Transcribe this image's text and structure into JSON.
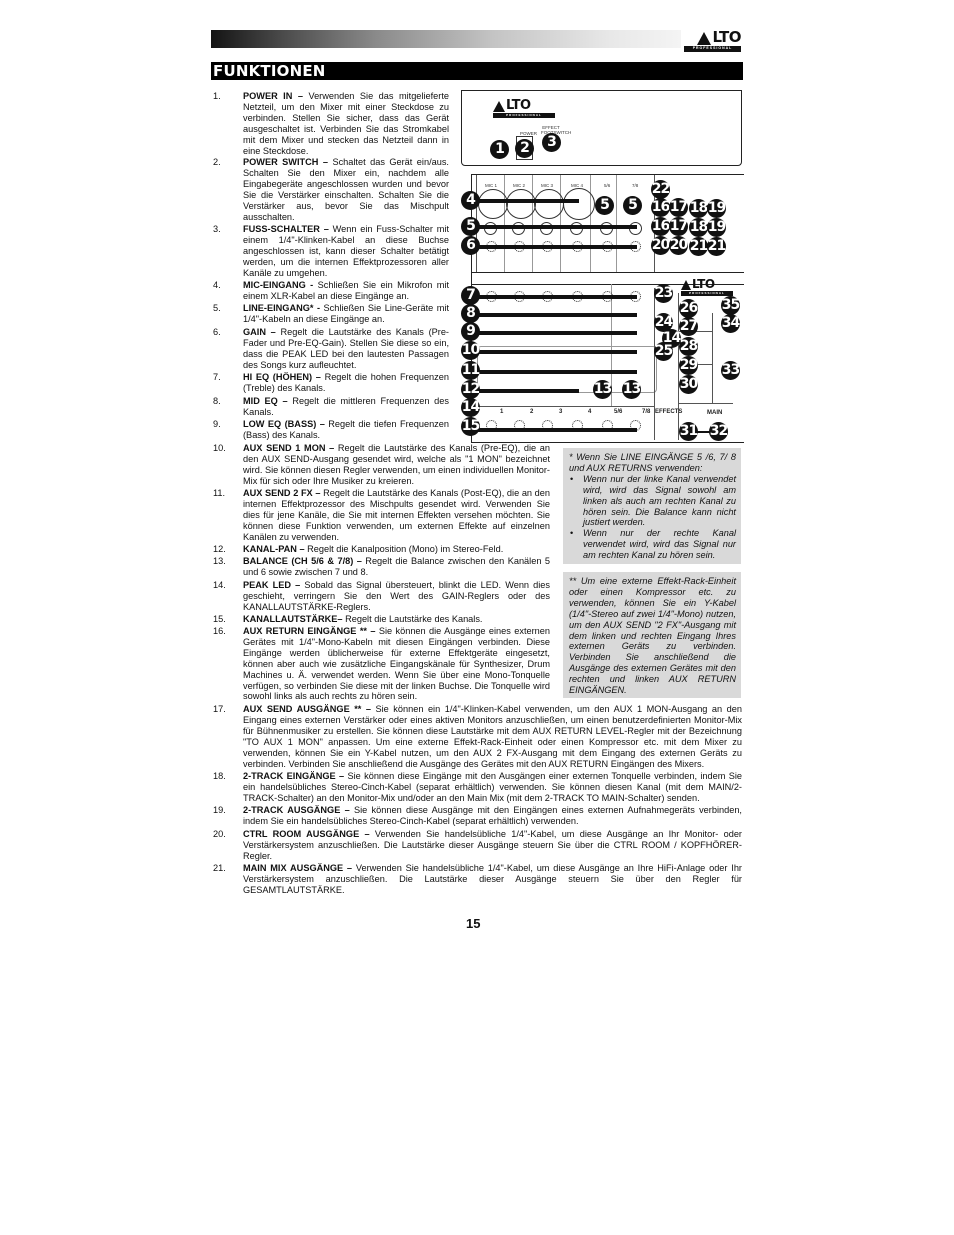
{
  "header": {
    "brand": "LTO",
    "brand_sub": "PROFESSIONAL",
    "section_title": "FUNKTIONEN"
  },
  "items_left": [
    {
      "num": "1.",
      "title": "POWER IN –",
      "text": " Verwenden Sie das mitgelieferte Netzteil, um den Mixer mit einer Steckdose zu verbinden.  Stellen Sie sicher, dass das Gerät ausgeschaltet ist. Verbinden Sie das Stromkabel mit dem Mixer und stecken das Netzteil dann in eine Steckdose."
    },
    {
      "num": "2.",
      "title": "POWER SWITCH –",
      "text": " Schaltet das Gerät ein/aus. Schalten Sie den Mixer ein, nachdem alle Eingabegeräte angeschlossen wurden und bevor Sie die Verstärker einschalten. Schalten Sie die Verstärker aus, bevor Sie das Mischpult ausschalten."
    },
    {
      "num": "3.",
      "title": "FUSS-SCHALTER –",
      "text": " Wenn ein Fuss-Schalter mit einem 1/4\"-Klinken-Kabel an diese Buchse angeschlossen ist, kann dieser Schalter betätigt werden, um die internen Effektprozessoren aller Kanäle zu umgehen."
    },
    {
      "num": "4.",
      "title": "MIC-EINGANG -",
      "text": " Schließen Sie ein Mikrofon mit einem XLR-Kabel an diese Eingänge an."
    },
    {
      "num": "5.",
      "title": "LINE-EINGANG* -",
      "text": " Schließen Sie Line-Geräte mit 1/4\"-Kabeln an diese Eingänge an."
    },
    {
      "num": "6.",
      "title": "GAIN –",
      "text": " Regelt die Lautstärke des Kanals (Pre-Fader und Pre-EQ-Gain).  Stellen Sie diese so ein, dass die PEAK LED bei den lautesten Passagen des Songs kurz aufleuchtet."
    },
    {
      "num": "7.",
      "title": "HI EQ (HÖHEN) –",
      "text": " Regelt die hohen Frequenzen (Treble) des Kanals."
    },
    {
      "num": "8.",
      "title": "MID EQ –",
      "text": " Regelt die mittleren Frequenzen des Kanals."
    },
    {
      "num": "9.",
      "title": "LOW EQ (BASS) –",
      "text": " Regelt die tiefen Frequenzen (Bass) des Kanals."
    }
  ],
  "items_mid": [
    {
      "num": "10.",
      "title": "AUX SEND 1 MON –",
      "text": " Regelt die Lautstärke des Kanals (Pre-EQ), die an den AUX SEND-Ausgang gesendet wird, welche als \"1 MON\" bezeichnet wird. Sie können diesen Regler verwenden, um einen individuellen Monitor-Mix für sich oder Ihre Musiker zu kreieren."
    },
    {
      "num": "11.",
      "title": "AUX SEND 2 FX –",
      "text": " Regelt die Lautstärke des Kanals (Post-EQ), die an den internen Effektprozessor des Mischpults gesendet wird. Verwenden Sie dies für jene Kanäle, die Sie mit internen Effekten versehen möchten. Sie können diese Funktion verwenden, um externen Effekte auf einzelnen Kanälen zu verwenden."
    },
    {
      "num": "12.",
      "title": "KANAL-PAN –",
      "text": " Regelt die Kanalposition (Mono) im Stereo-Feld."
    },
    {
      "num": "13.",
      "title": "BALANCE (CH 5/6 & 7/8) –",
      "text": " Regelt die Balance zwischen den Kanälen 5 und 6 sowie zwischen 7 und 8."
    },
    {
      "num": "14.",
      "title": "PEAK LED –",
      "text": " Sobald das Signal übersteuert, blinkt die LED.  Wenn dies geschieht, verringern Sie den Wert des GAIN-Reglers oder des KANALLAUTSTÄRKE-Reglers."
    },
    {
      "num": "15.",
      "title": "KANALLAUTSTÄRKE–",
      "text": " Regelt die Lautstärke des Kanals."
    },
    {
      "num": "16.",
      "title": "AUX RETURN EINGÄNGE ** –",
      "text": " Sie können die Ausgänge eines externen Gerätes mit 1/4\"-Mono-Kabeln mit diesen Eingängen verbinden. Diese Eingänge werden üblicherweise für externe Effektgeräte eingesetzt, können aber auch wie zusätzliche Eingangskänale für Synthesizer, Drum Machines u. Ä. verwendet werden. Wenn Sie über eine Mono-Tonquelle verfügen, so verbinden Sie diese mit der linken Buchse. Die Tonquelle wird sowohl links als auch rechts zu hören sein."
    }
  ],
  "items_full": [
    {
      "num": "17.",
      "title": "AUX SEND AUSGÄNGE ** –",
      "text": " Sie können ein 1/4\"-Klinken-Kabel verwenden, um den AUX 1 MON-Ausgang an den Eingang eines externen Verstärker oder eines aktiven Monitors anzuschließen, um einen benutzerdefinierten Monitor-Mix für Bühnenmusiker zu erstellen. Sie können diese Lautstärke mit dem AUX RETURN LEVEL-Regler mit der Bezeichnung \"TO AUX 1 MON\" anpassen. Um eine externe Effekt-Rack-Einheit oder einen Kompressor etc. mit dem Mixer zu verwenden, können Sie ein Y-Kabel nutzen, um den AUX 2 FX-Ausgang mit dem Eingang des externen Geräts zu verbinden. Verbinden Sie anschließend die Ausgänge des Gerätes mit den AUX RETURN Eingängen des Mixers."
    },
    {
      "num": "18.",
      "title": "2-TRACK EINGÄNGE –",
      "text": " Sie können diese Eingänge mit den Ausgängen einer externen Tonquelle verbinden, indem Sie ein handelsübliches Stereo-Cinch-Kabel (separat erhältlich) verwenden. Sie können diesen Kanal (mit dem MAIN/2-TRACK-Schalter) an den Monitor-Mix und/oder an den Main Mix (mit dem 2-TRACK TO MAIN-Schalter) senden."
    },
    {
      "num": "19.",
      "title": "2-TRACK AUSGÄNGE –",
      "text": " Sie können diese Ausgänge mit den Eingängen eines externen Aufnahmegeräts verbinden, indem Sie ein handelsübliches Stereo-Cinch-Kabel (separat erhältlich) verwenden."
    },
    {
      "num": "20.",
      "title": "CTRL ROOM AUSGÄNGE –",
      "text": " Verwenden Sie handelsübliche 1/4\"-Kabel, um diese Ausgänge an Ihr Monitor- oder Verstärkersystem anzuschließen. Die Lautstärke dieser Ausgänge steuern Sie über die CTRL ROOM / KOPFHÖRER-Regler."
    },
    {
      "num": "21.",
      "title": "MAIN MIX AUSGÄNGE –",
      "text": " Verwenden Sie handelsübliche 1/4\"-Kabel, um diese Ausgänge an Ihre HiFi-Anlage oder Ihr Verstärkersystem anzuschließen. Die Lautstärke dieser Ausgänge steuern Sie über den Regler für GESAMTLAUTSTÄRKE."
    }
  ],
  "notes": {
    "note1_intro": "* Wenn Sie  LINE EINGÄNGE 5 /6, 7/ 8 und AUX RETURNS verwenden:",
    "note1_bullets": [
      "Wenn nur der linke Kanal verwendet wird, wird das Signal sowohl am linken als auch am rechten Kanal zu hören sein. Die Balance kann nicht justiert werden.",
      "Wenn nur der rechte Kanal verwendet wird, wird das Signal nur am rechten Kanal zu hören sein."
    ],
    "note2": "** Um eine externe Effekt-Rack-Einheit oder einen Kompressor etc. zu verwenden, können Sie ein Y-Kabel (1/4\"-Stereo auf zwei 1/4\"-Mono) nutzen, um den AUX SEND \"2 FX\"-Ausgang mit dem linken und rechten Eingang Ihres externen Geräts zu verbinden. Verbinden Sie anschließend die Ausgänge des externen Gerätes mit den rechten und linken AUX RETURN EINGÄNGEN."
  },
  "diagram": {
    "rear_labels": {
      "power": "POWER",
      "footswitch": "EFFECT FOOTSWITCH"
    },
    "channel_headers": [
      "MIC 1",
      "MIC 2",
      "MIC 3",
      "MIC 4",
      "5/6",
      "7/8"
    ],
    "channel_numbers": [
      "1",
      "2",
      "3",
      "4",
      "5/6",
      "7/8"
    ],
    "effects_label": "EFFECTS",
    "main_label": "MAIN",
    "callouts_rear": [
      "1",
      "2",
      "3"
    ],
    "callouts_top": [
      "4",
      "5",
      "6",
      "5",
      "5",
      "22",
      "16",
      "17",
      "18",
      "19",
      "16",
      "17",
      "18",
      "19",
      "20",
      "20",
      "21",
      "21"
    ],
    "callouts_bottom": [
      "7",
      "8",
      "9",
      "10",
      "11",
      "12",
      "14",
      "15",
      "13",
      "13",
      "23",
      "24",
      "14",
      "25",
      "26",
      "27",
      "28",
      "29",
      "30",
      "31",
      "32",
      "33",
      "34",
      "35"
    ]
  },
  "page_number": "15"
}
